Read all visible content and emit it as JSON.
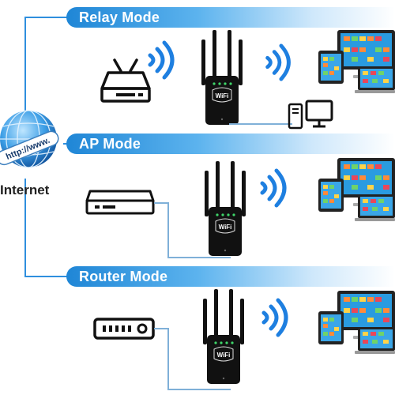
{
  "modes": [
    {
      "label": "Relay Mode"
    },
    {
      "label": "AP Mode"
    },
    {
      "label": "Router Mode"
    }
  ],
  "internet": {
    "label": "Internet",
    "url_text": "http://www."
  },
  "repeater": {
    "brand_text": "WiFi"
  },
  "colors": {
    "banner": "#1f86d6",
    "wifi_waves": "#1e7fe0",
    "line": "#2f8fde",
    "repeater": "#111111",
    "screen": "#2a9be0"
  }
}
